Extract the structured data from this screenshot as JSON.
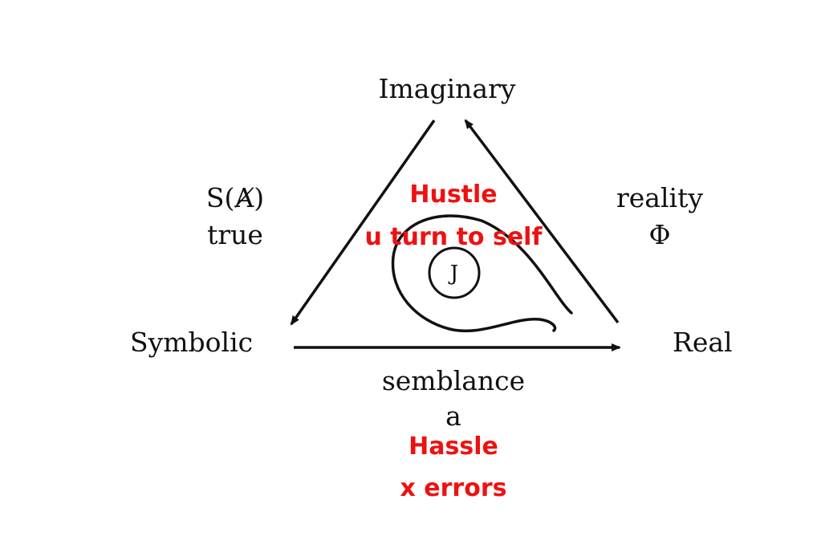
{
  "vertices": {
    "imaginary": "Imaginary",
    "symbolic": "Symbolic",
    "real": "Real"
  },
  "edges": {
    "left": {
      "line1": "S(Ⱥ)",
      "line2": "true"
    },
    "right": {
      "line1": "reality",
      "line2": "Φ"
    },
    "bottom": {
      "line1": "semblance",
      "line2": "a"
    }
  },
  "center_symbol": "J",
  "annotations": {
    "hustle": "Hustle",
    "u_turn": "u turn to self",
    "hassle": "Hassle",
    "x_errors": "x errors"
  },
  "colors": {
    "ink": "#111111",
    "annotation": "#ee1111",
    "background": "#ffffff"
  }
}
